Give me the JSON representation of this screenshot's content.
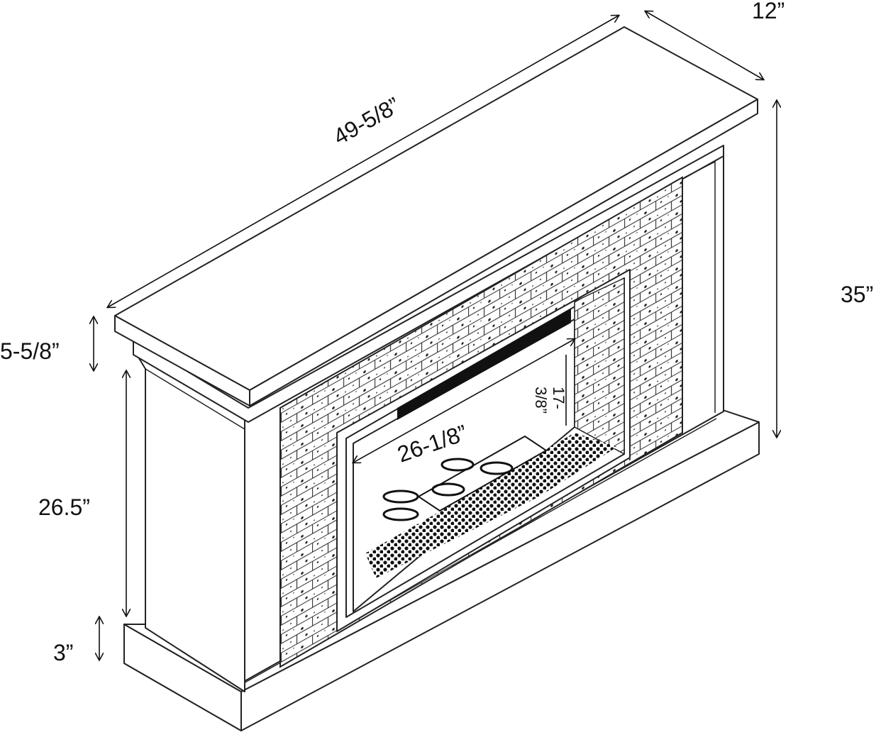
{
  "title": "Electric fireplace mantel dimensions",
  "dimensions": {
    "width": "49-5/8”",
    "depth": "12”",
    "height": "35”",
    "top_thickness": "5-5/8”",
    "body_height": "26.5”",
    "base_height": "3”",
    "firebox_width": "26-1/8”",
    "firebox_height_line1": "17-",
    "firebox_height_line2": "3/8”"
  },
  "colors": {
    "line": "#222222",
    "fill": "#ffffff",
    "dark": "#111111"
  }
}
